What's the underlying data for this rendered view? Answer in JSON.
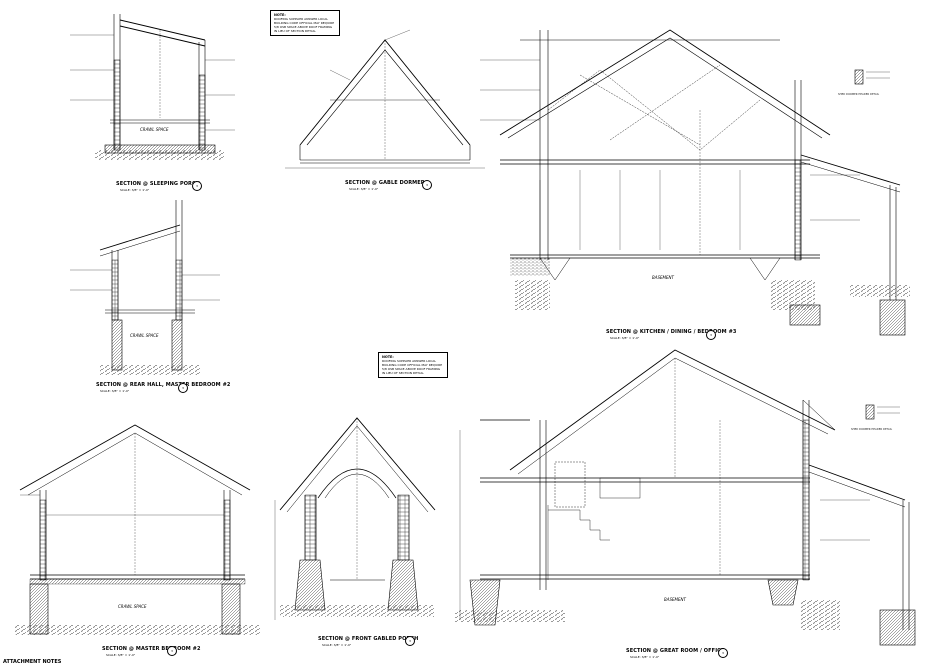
{
  "sections": [
    {
      "title": "SECTION @ SLEEPING PORCH",
      "scale": "SCALE: 3/8\" = 1'-0\""
    },
    {
      "title": "SECTION @ GABLE DORMER",
      "scale": "SCALE: 3/8\" = 1'-0\""
    },
    {
      "title": "SECTION @ KITCHEN / DINING / BEDROOM #3",
      "scale": "SCALE: 3/8\" = 1'-0\""
    },
    {
      "title": "SECTION @ REAR HALL, MASTER BEDROOM #2",
      "scale": "SCALE: 3/8\" = 1'-0\""
    },
    {
      "title": "SECTION @ MASTER BEDROOM #2",
      "scale": "SCALE: 3/8\" = 1'-0\""
    },
    {
      "title": "SECTION @ FRONT GABLED PORCH",
      "scale": "SCALE: 3/8\" = 1'-0\""
    },
    {
      "title": "SECTION @ GREAT ROOM / OFFICE",
      "scale": "SCALE: 3/8\" = 1'-0\""
    }
  ],
  "notes": [
    {
      "title": "NOTE:",
      "body": "ROOFING SUPPLIER ANSWER LOCAL BUILDING CODE OFFICIAL MAY REQUIRE 5/8 OSB SPACE ABOVE ROOF FRAMING IN LIEU OF SECTION DETAIL."
    },
    {
      "title": "NOTE:",
      "body": "ROOFING SUPPLIER ANSWER LOCAL BUILDING CODE OFFICIAL MAY REQUIRE 5/8 OSB SPACE ABOVE ROOF FRAMING IN LIEU OF SECTION DETAIL."
    }
  ],
  "labels": {
    "crawl_space_1": "CRAWL SPACE",
    "crawl_space_2": "CRAWL SPACE",
    "crawl_space_3": "CRAWL SPACE",
    "basement_1": "BASEMENT",
    "basement_2": "BASEMENT",
    "shed_dormer_1": "SHED DORMER HEADER DETAIL",
    "shed_dormer_2": "SHED DORMER HEADER DETAIL"
  },
  "footer": "ATTACHMENT NOTES"
}
